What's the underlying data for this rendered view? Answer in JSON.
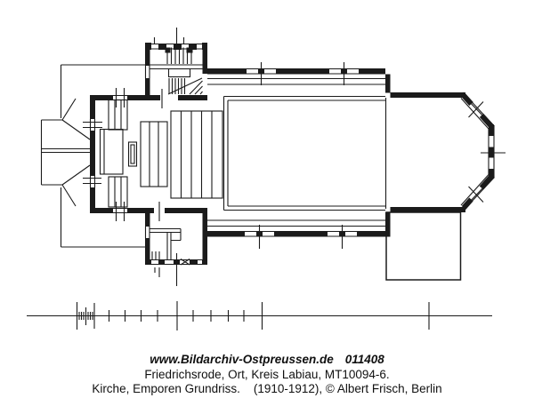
{
  "colors": {
    "paper": "#ffffff",
    "ink": "#1b1b1b",
    "text": "#101010"
  },
  "drawing": {
    "kind": "scanned architectural floor plan of a church, gallery level",
    "parts": [
      "west-porch",
      "west-gallery",
      "north-stair-tower",
      "south-stair-tower",
      "nave",
      "gallery-void",
      "apse",
      "sacristy",
      "scale-bar"
    ]
  },
  "caption": {
    "line1": {
      "url": "www.Bildarchiv-Ostpreussen.de",
      "number": "011408"
    },
    "line2": "Friedrichsrode, Ort, Kreis Labiau, MT10094-6.",
    "line3": {
      "title": "Kirche, Emporen Grundriss.",
      "credit": "(1910-1912), © Albert Frisch, Berlin"
    }
  }
}
